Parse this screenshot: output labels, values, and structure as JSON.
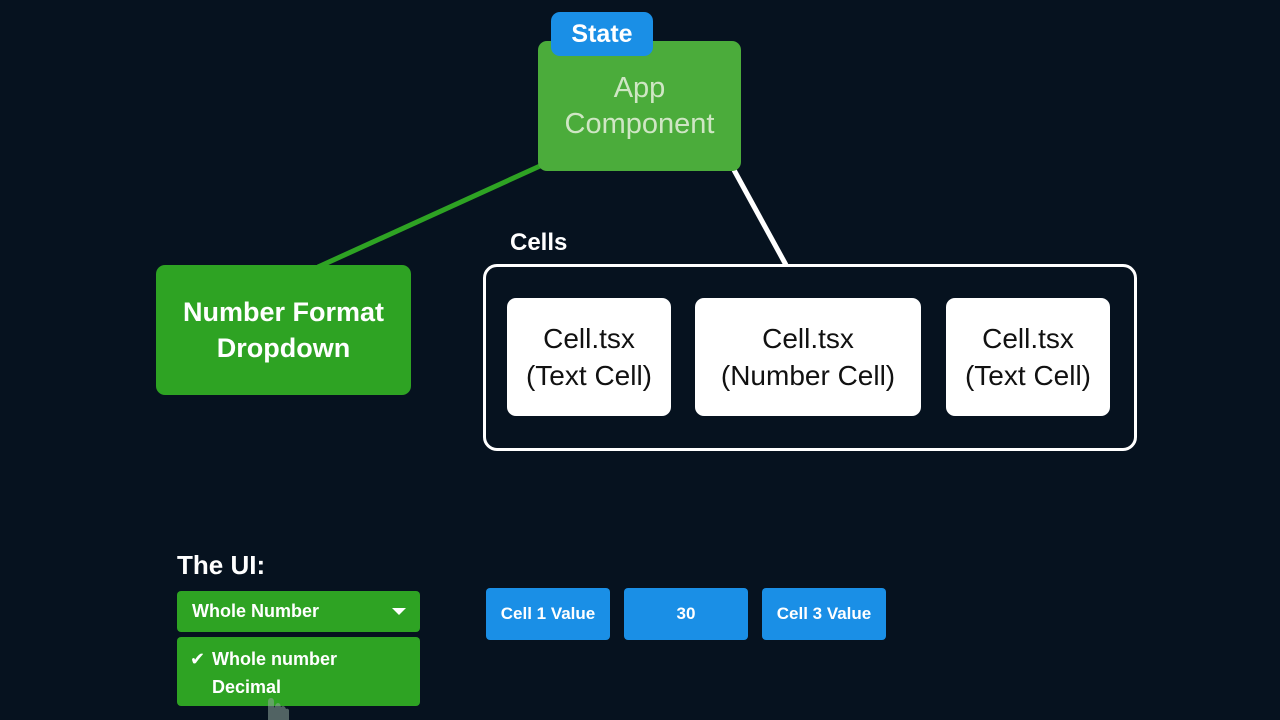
{
  "diagram": {
    "state_badge": "State",
    "app_component": "App Component",
    "dropdown_component": "Number Format Dropdown",
    "cells_label": "Cells",
    "cells": [
      {
        "title": "Cell.tsx",
        "subtitle": "(Text Cell)"
      },
      {
        "title": "Cell.tsx",
        "subtitle": "(Number Cell)"
      },
      {
        "title": "Cell.tsx",
        "subtitle": "(Text Cell)"
      }
    ],
    "colors": {
      "background": "#06121f",
      "app_green": "#4bac3b",
      "dropdown_green": "#2ea323",
      "accent_blue": "#1a8fe6",
      "line_green": "#2ea323",
      "line_white": "#ffffff"
    }
  },
  "ui_demo": {
    "label": "The UI:",
    "select_value": "Whole Number",
    "options": [
      {
        "label": "Whole number",
        "checked": true,
        "check_icon": "✔"
      },
      {
        "label": "Decimal",
        "checked": false
      }
    ],
    "cells": [
      "Cell 1 Value",
      "30",
      "Cell 3 Value"
    ]
  }
}
